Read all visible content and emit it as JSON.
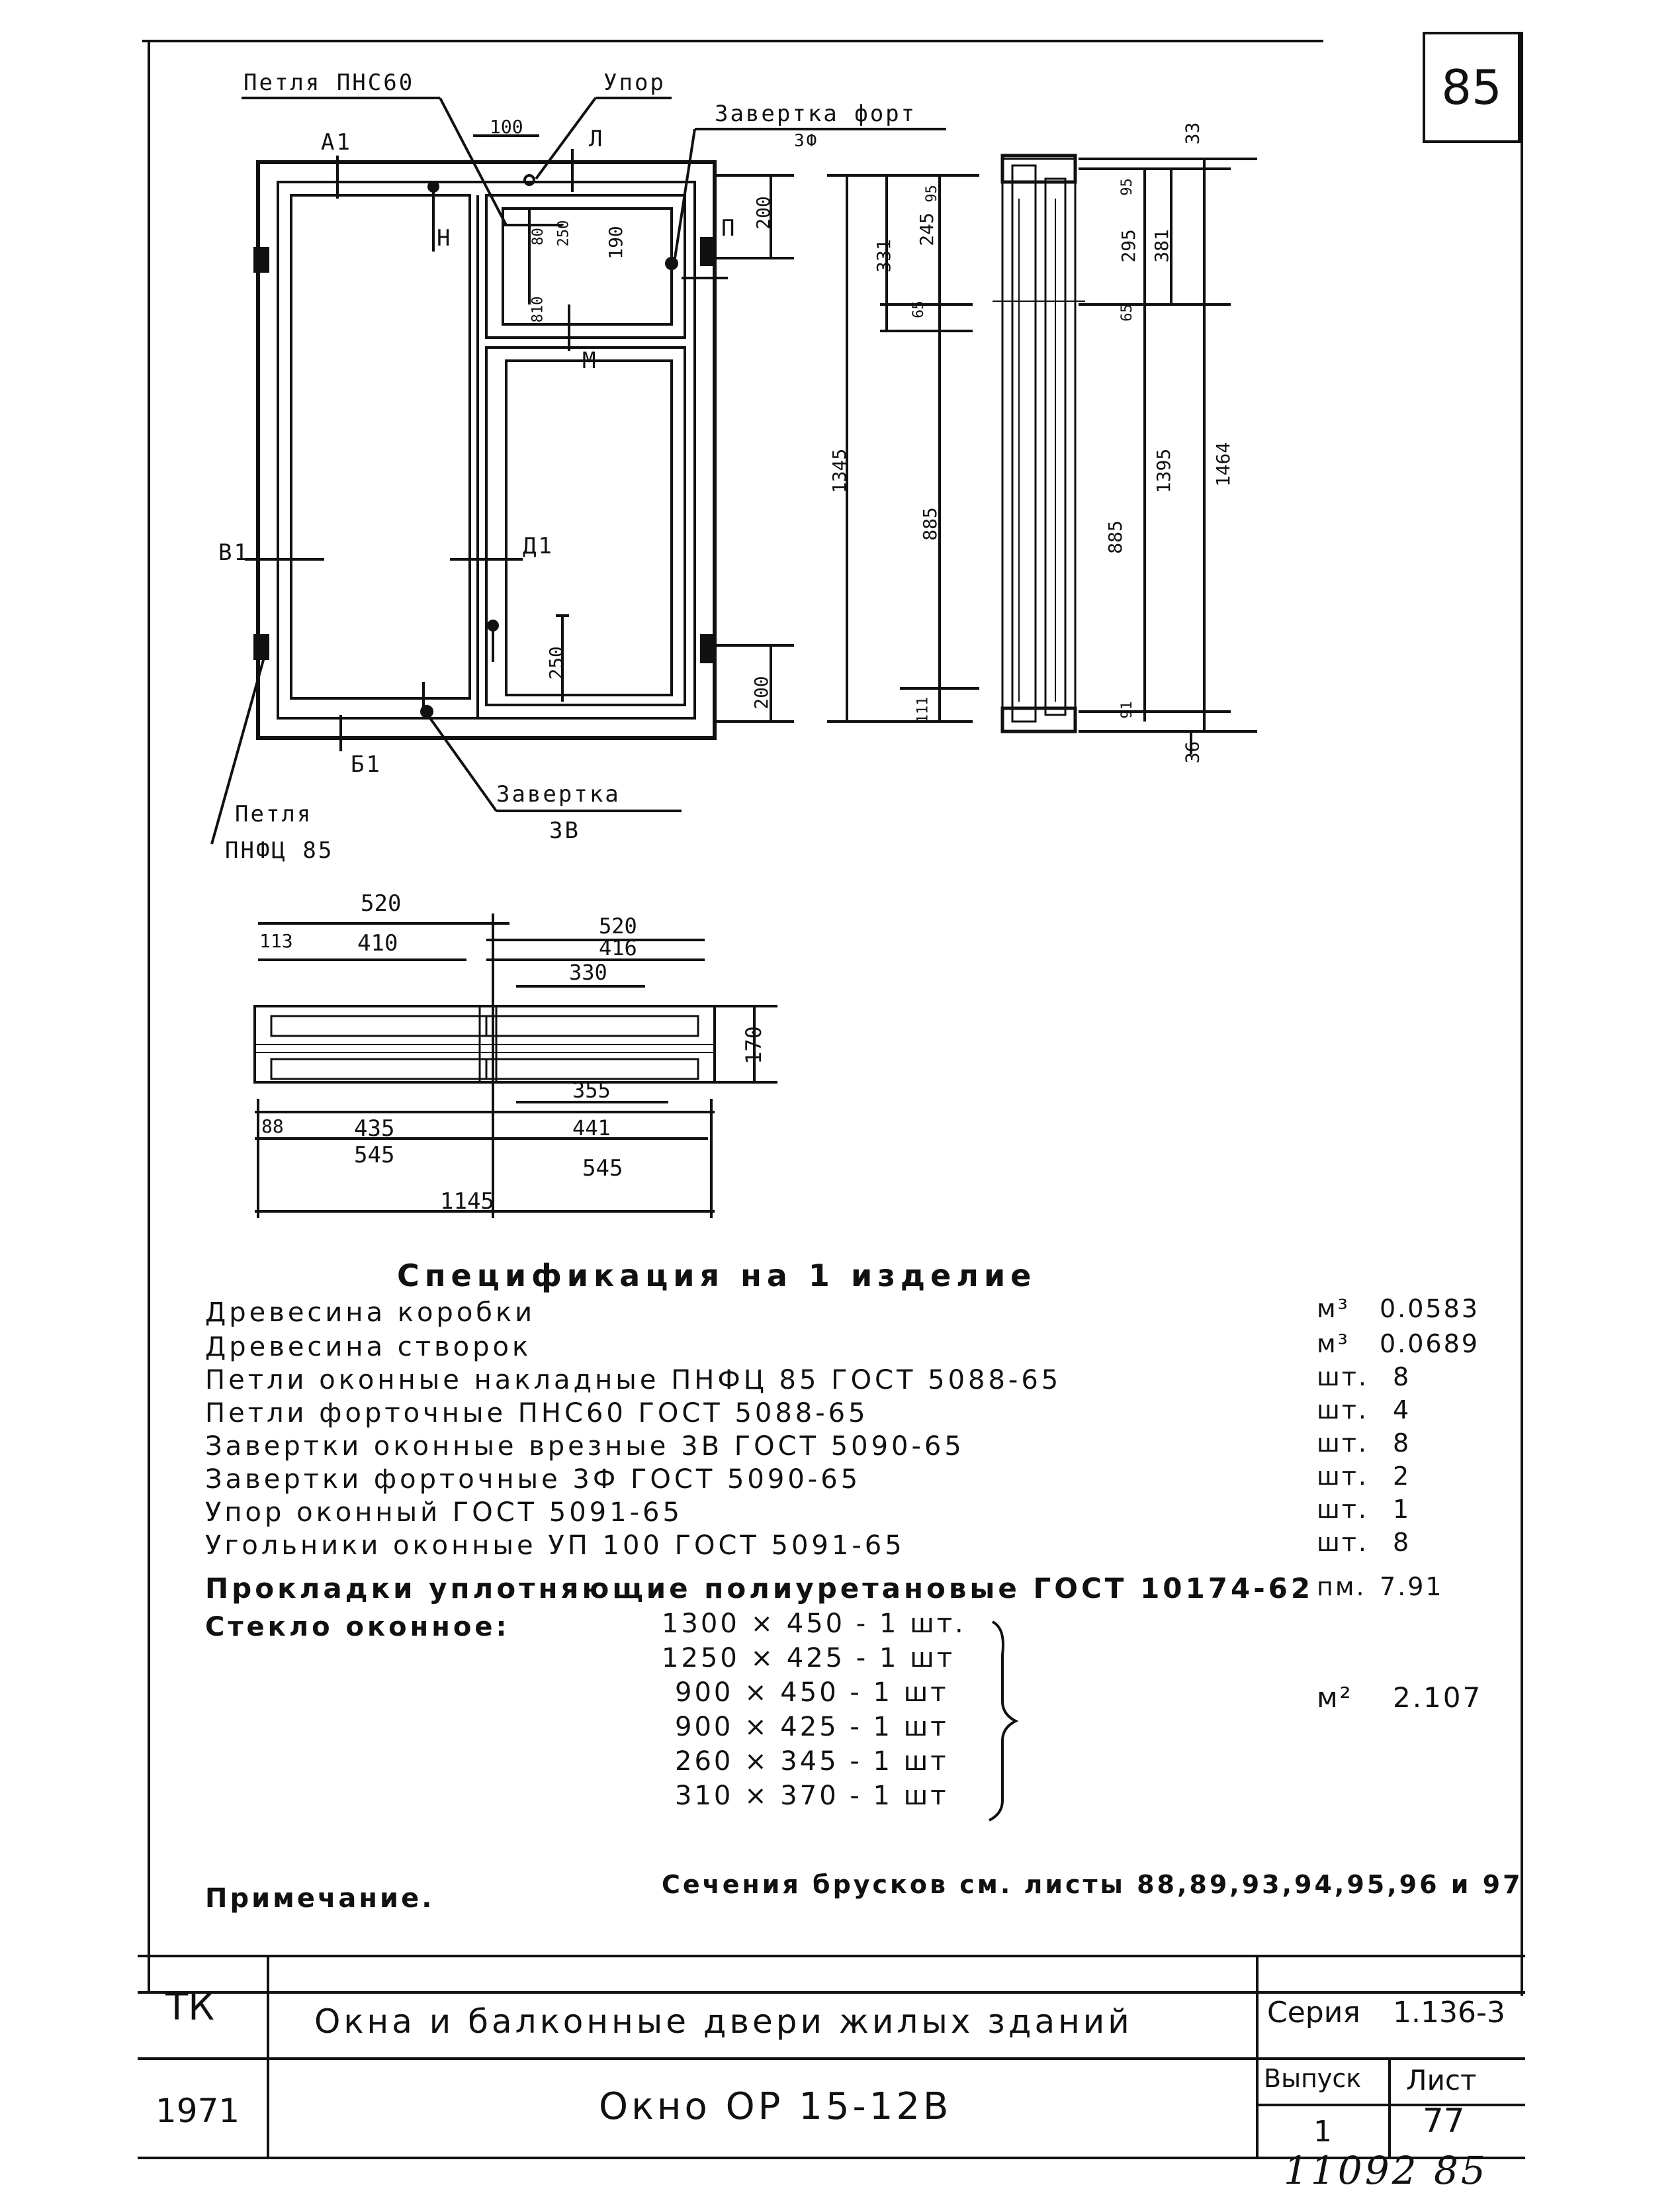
{
  "page_number": "85",
  "drawing": {
    "callouts": {
      "hinge_top": "Петля ПНС60",
      "stop": "Упор",
      "fort_latch": "Завертка форт",
      "fort_latch_code": "3Ф",
      "latch": "Завертка",
      "latch_code": "3В",
      "hinge_bottom": "Петля",
      "hinge_bottom_code": "ПНФЦ 85"
    },
    "section_marks": {
      "a1": "А1",
      "b1": "Б1",
      "v1": "В1",
      "d1": "Д1",
      "n": "Н",
      "m": "М",
      "l": "Л",
      "p": "П"
    },
    "front_dims": {
      "d100": "100",
      "d200_top": "200",
      "d190": "190",
      "d250_top": "250",
      "d80": "80",
      "d810": "810",
      "d250_bottom": "250",
      "d200_bottom": "200"
    },
    "side_dims": {
      "d331": "331",
      "d245": "245",
      "d95_left": "95",
      "d65_left": "65",
      "d1345": "1345",
      "d885_left": "885",
      "d111": "111",
      "d33": "33",
      "d95_right": "95",
      "d295": "295",
      "d381": "381",
      "d65_right": "65",
      "d1395": "1395",
      "d1464": "1464",
      "d885_right": "885",
      "d91": "91",
      "d36": "36"
    },
    "plan_dims": {
      "d520_left": "520",
      "d113": "113",
      "d410": "410",
      "d520_right": "520",
      "d416": "416",
      "d330": "330",
      "d170": "170",
      "d355": "355",
      "d88": "88",
      "d435": "435",
      "d441": "441",
      "d545_left": "545",
      "d545_right": "545",
      "d1145": "1145"
    }
  },
  "specification": {
    "title": "Спецификация на 1 изделие",
    "rows": [
      {
        "name": "Древесина коробки",
        "unit": "м³",
        "qty": "0.0583"
      },
      {
        "name": "Древесина створок",
        "unit": "м³",
        "qty": "0.0689"
      },
      {
        "name": "Петли оконные накладные ПНФЦ 85 ГОСТ 5088-65",
        "unit": "шт.",
        "qty": "8"
      },
      {
        "name": "Петли форточные ПНС60 ГОСТ 5088-65",
        "unit": "шт.",
        "qty": "4"
      },
      {
        "name": "Завертки оконные врезные 3В ГОСТ 5090-65",
        "unit": "шт.",
        "qty": "8"
      },
      {
        "name": "Завертки форточные 3Ф ГОСТ 5090-65",
        "unit": "шт.",
        "qty": "2"
      },
      {
        "name": "Упор оконный ГОСТ 5091-65",
        "unit": "шт.",
        "qty": "1"
      },
      {
        "name": "Угольники оконные УП 100 ГОСТ 5091-65",
        "unit": "шт.",
        "qty": "8"
      },
      {
        "name": "Прокладки уплотняющие полиуретановые ГОСТ 10174-62",
        "unit": "пм.",
        "qty": "7.91"
      }
    ],
    "glass_label": "Стекло оконное:",
    "glass_items": [
      "1300 × 450 - 1 шт.",
      "1250 × 425 - 1 шт",
      "900 × 450 - 1 шт",
      "900 × 425 - 1 шт",
      "260 × 345 - 1 шт",
      "310 × 370 - 1 шт"
    ],
    "glass_unit": "м²",
    "glass_total": "2.107"
  },
  "note": {
    "label": "Примечание.",
    "text": "Сечения брусков см. листы 88,89,93,94,95,96 и 97"
  },
  "title_block": {
    "org": "ТК",
    "year": "1971",
    "subject": "Окна и балконные двери жилых зданий",
    "name": "Окно ОР 15-12В",
    "series_label": "Серия",
    "series": "1.136-3",
    "issue_label": "Выпуск",
    "issue": "1",
    "sheet_label": "Лист",
    "sheet": "77"
  },
  "handwritten": "11092 85"
}
